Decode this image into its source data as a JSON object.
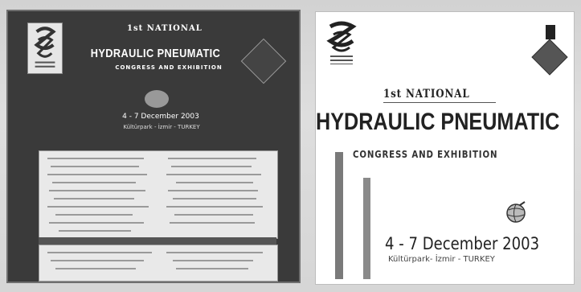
{
  "poster_right": {
    "ordinal": "1st NATIONAL",
    "title": "HYDRAULIC PNEUMATIC",
    "subtitle": "CONGRESS AND EXHIBITION",
    "dates": "4 - 7 December 2003",
    "venue": "Kültürpark- İzmir - TURKEY"
  },
  "poster_left": {
    "ordinal": "1st NATIONAL",
    "title": "HYDRAULIC PNEUMATIC",
    "subtitle": "CONGRESS AND EXHIBITION",
    "dates": "4 - 7 December 2003",
    "venue": "Kültürpark - İzmir - TURKEY"
  },
  "icons": {
    "logo": "organization-logo-icon",
    "badge": "exhibition-badge-icon",
    "globe": "globe-icon"
  },
  "colors": {
    "left_panel_bg": "#3a3a3a",
    "right_panel_bg": "#ffffff",
    "text_dark": "#222222"
  }
}
